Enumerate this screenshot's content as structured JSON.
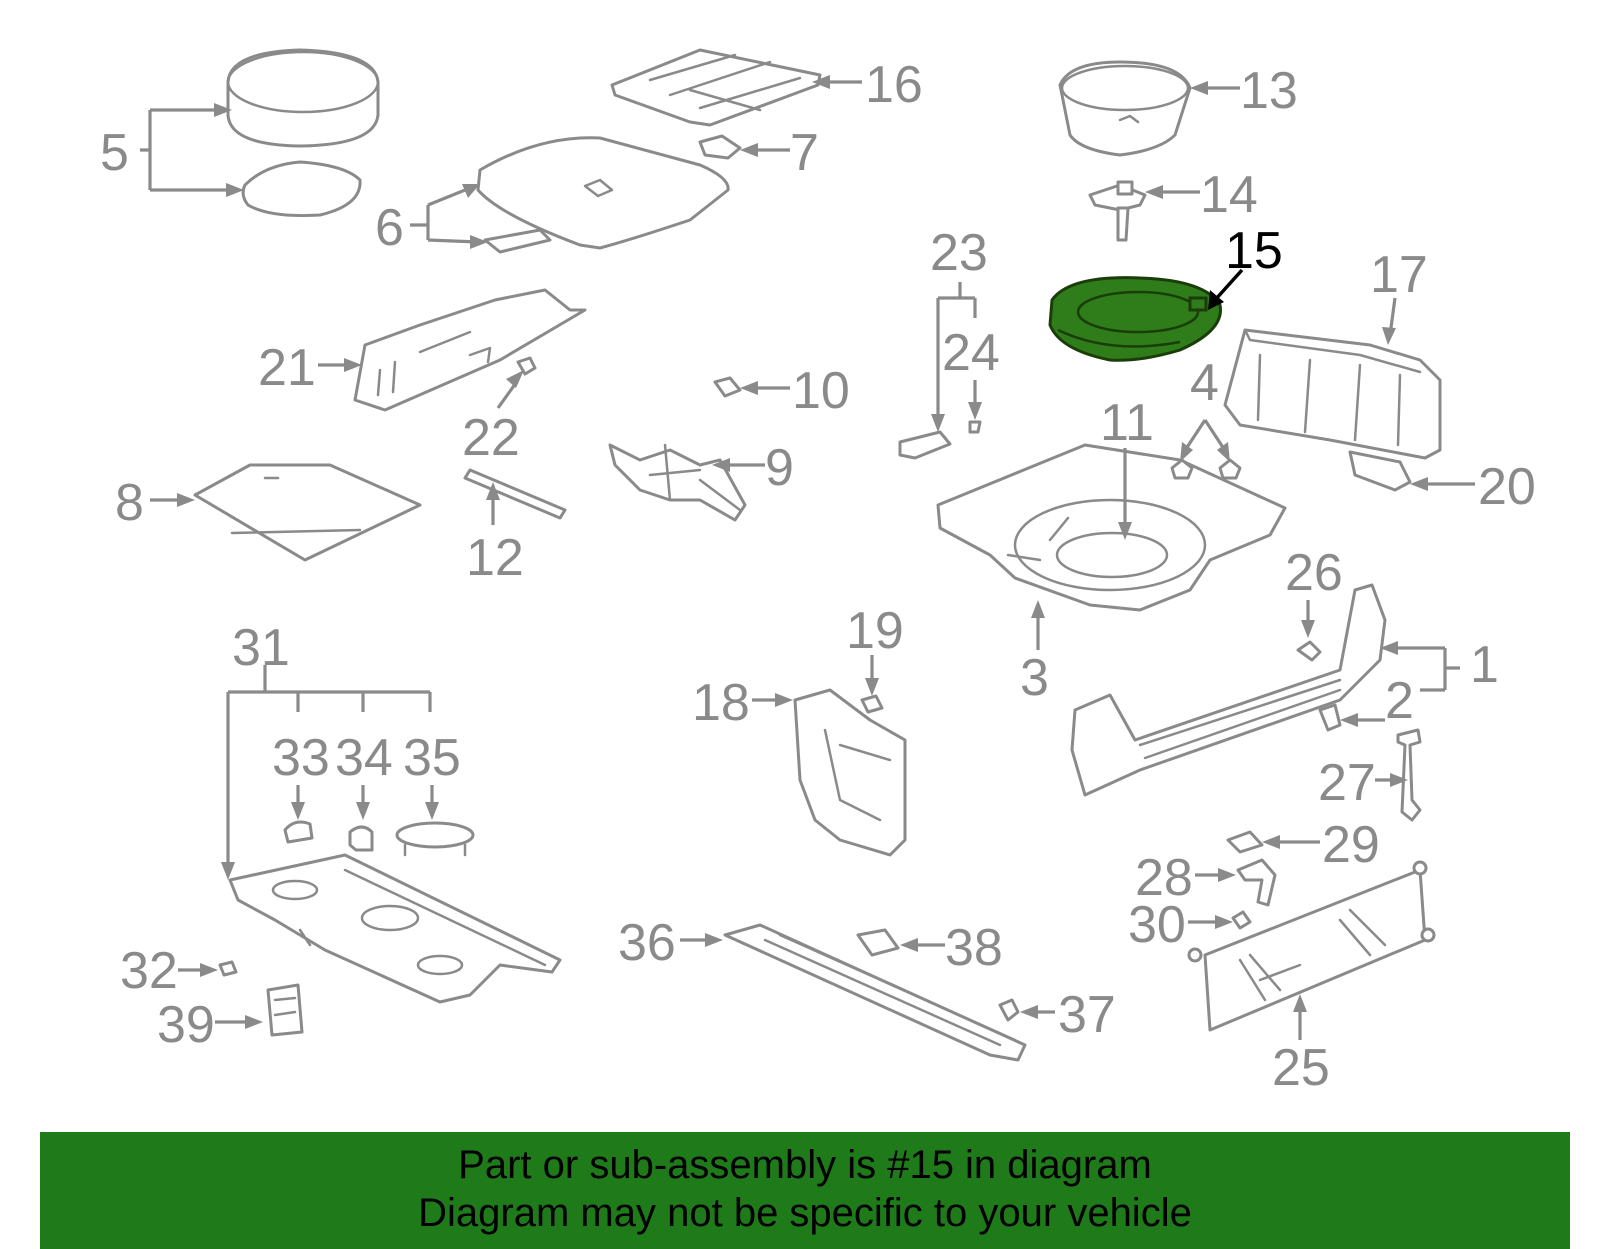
{
  "callouts": {
    "n1": "1",
    "n2": "2",
    "n3": "3",
    "n4": "4",
    "n5": "5",
    "n6": "6",
    "n7": "7",
    "n8": "8",
    "n9": "9",
    "n10": "10",
    "n11": "11",
    "n12": "12",
    "n13": "13",
    "n14": "14",
    "n15": "15",
    "n16": "16",
    "n17": "17",
    "n18": "18",
    "n19": "19",
    "n20": "20",
    "n21": "21",
    "n22": "22",
    "n23": "23",
    "n24": "24",
    "n25": "25",
    "n26": "26",
    "n27": "27",
    "n28": "28",
    "n29": "29",
    "n30": "30",
    "n31": "31",
    "n32": "32",
    "n33": "33",
    "n34": "34",
    "n35": "35",
    "n36": "36",
    "n37": "37",
    "n38": "38",
    "n39": "39"
  },
  "highlight": {
    "part": "15",
    "color": "#2e7d1a"
  },
  "footer": {
    "line1": "Part or sub-assembly is #15 in diagram",
    "line2": "Diagram may not be specific to your vehicle",
    "background": "#1f7a1a"
  }
}
